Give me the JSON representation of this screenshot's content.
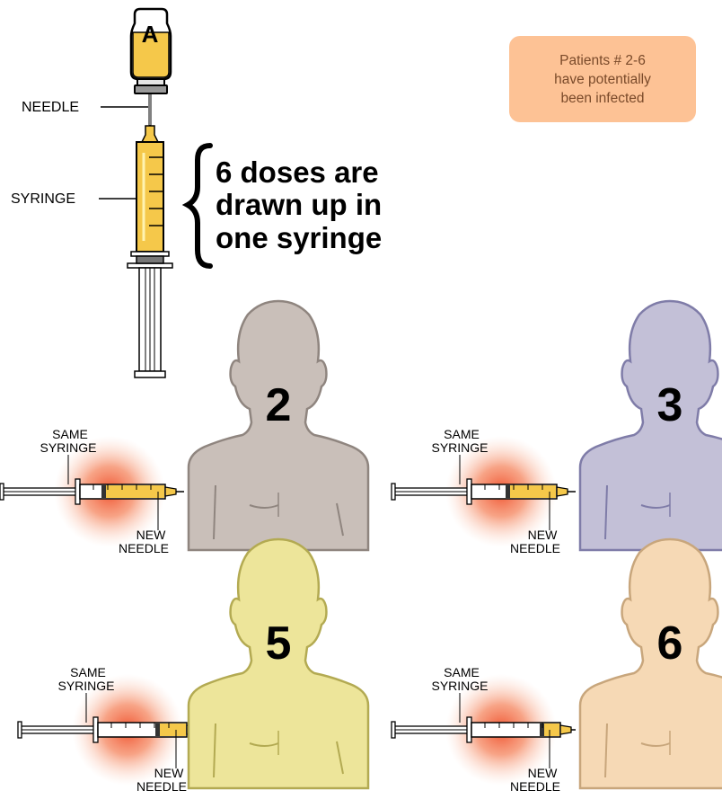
{
  "vial_label": "A",
  "labels": {
    "needle": "NEEDLE",
    "syringe": "SYRINGE",
    "same_syringe_line1": "SAME",
    "same_syringe_line2": "SYRINGE",
    "new_needle_line1": "NEW",
    "new_needle_line2": "NEEDLE"
  },
  "callout_lines": [
    "6 doses are",
    "drawn up in",
    "one syringe"
  ],
  "note_lines": [
    "Patients # 2-6",
    "have potentially",
    "been infected"
  ],
  "patients": [
    {
      "number": "2",
      "color": "#c9bfb9",
      "outline": "#8f857f"
    },
    {
      "number": "3",
      "color": "#c3c0d7",
      "outline": "#7f7ca8"
    },
    {
      "number": "5",
      "color": "#ede59a",
      "outline": "#b3aa52"
    },
    {
      "number": "6",
      "color": "#f6d9b5",
      "outline": "#c8a67c"
    }
  ],
  "colors": {
    "fluid": "#f5c84a",
    "glow": "#f06a3c",
    "note_bg": "#fdc295",
    "note_text": "#7a4a2a"
  }
}
